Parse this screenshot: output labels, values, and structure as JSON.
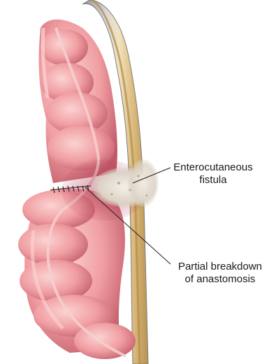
{
  "labels": {
    "fistula": {
      "line1": "Enterocutaneous",
      "line2": "fistula"
    },
    "breakdown": {
      "line1": "Partial breakdown",
      "line2": "of anastomosis"
    }
  },
  "colors": {
    "bowel_base": "#f1a3a6",
    "bowel_shadow": "#b9475a",
    "bowel_highlight": "#fbd6d4",
    "abdominal_wall_outer": "#d6b57a",
    "abdominal_wall_inner": "#9c9c9c",
    "fistula_tract": "#ece6dc",
    "leader_line": "#1a1a1a"
  }
}
